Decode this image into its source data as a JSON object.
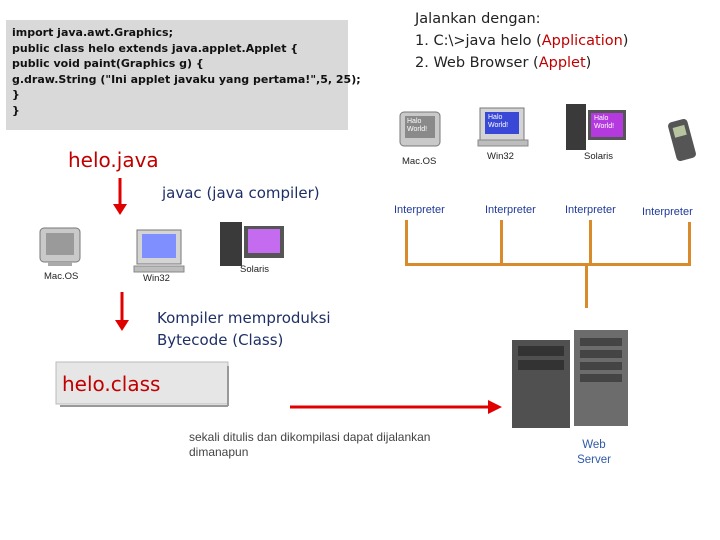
{
  "code_lines": [
    "import java.awt.Graphics;",
    "public class helo extends java.applet.Applet {",
    "public void paint(Graphics g) {",
    "g.draw.String (\"Ini applet javaku yang pertama!\",5, 25);",
    "}",
    "}"
  ],
  "run_header": {
    "title": "Jalankan dengan:",
    "item1_prefix": "1.  C:\\>java helo (",
    "item1_highlight": "Application",
    "item1_suffix": ")",
    "item2_prefix": "2.  Web Browser (",
    "item2_highlight": "Applet",
    "item2_suffix": ")"
  },
  "source_file": "helo.java",
  "compiler": "javac (java compiler)",
  "compile_platforms": [
    "Mac.OS",
    "Win32",
    "Solaris"
  ],
  "runtime_platforms": {
    "macos": {
      "label": "Mac.OS",
      "screen_text": "Halo World!"
    },
    "win32": {
      "label": "Win32",
      "screen_text": "Halo World!"
    },
    "solaris": {
      "label": "Solaris",
      "screen_text": "Halo World!"
    },
    "mobile": {
      "label": ""
    }
  },
  "interpreter_label": "Interpreter",
  "bytecode_text": [
    "Kompiler memproduksi",
    "Bytecode (Class)"
  ],
  "class_file": "helo.class",
  "note_text": [
    "sekali ditulis dan dikompilasi dapat dijalankan",
    "dimanapun"
  ],
  "server_label": [
    "Web",
    "Server"
  ],
  "colors": {
    "accent_red": "#e00000",
    "text_red": "#c00000",
    "bus_orange": "#d98a2b",
    "interp_blue": "#1f3a9a"
  }
}
